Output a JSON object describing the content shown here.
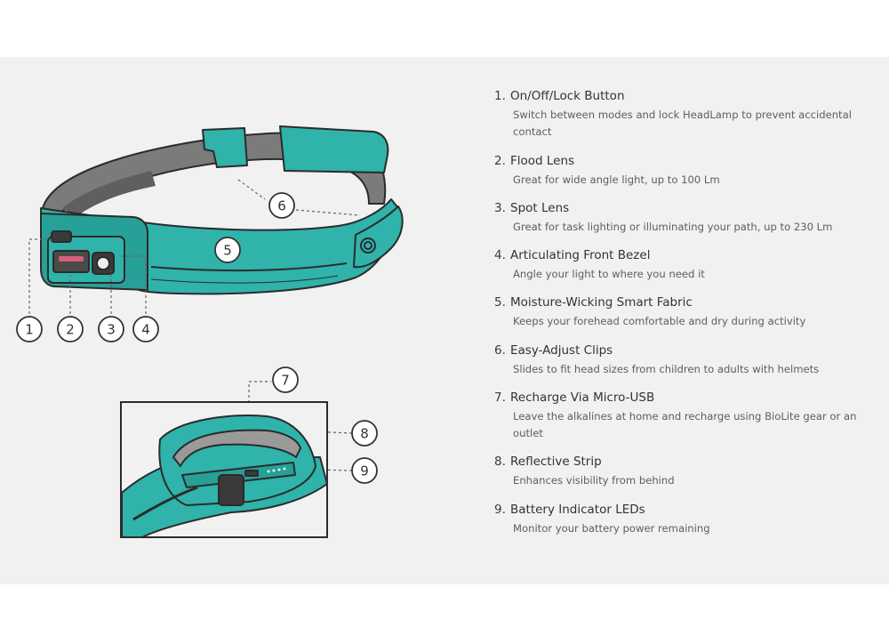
{
  "callouts": [
    "1",
    "2",
    "3",
    "4",
    "5",
    "6",
    "7",
    "8",
    "9"
  ],
  "features": [
    {
      "num": "1.",
      "title": "On/Off/Lock Button",
      "desc": "Switch between modes and lock HeadLamp to prevent accidental contact"
    },
    {
      "num": "2.",
      "title": "Flood Lens",
      "desc": "Great for wide angle light, up to 100 Lm"
    },
    {
      "num": "3.",
      "title": "Spot Lens",
      "desc": "Great for task lighting or illuminating your path, up to 230 Lm"
    },
    {
      "num": "4.",
      "title": "Articulating Front Bezel",
      "desc": "Angle your light to where you need it"
    },
    {
      "num": "5.",
      "title": "Moisture-Wicking Smart Fabric",
      "desc": "Keeps your forehead comfortable and dry during activity"
    },
    {
      "num": "6.",
      "title": "Easy-Adjust Clips",
      "desc": "Slides to fit head sizes from children to adults with helmets"
    },
    {
      "num": "7.",
      "title": "Recharge Via Micro-USB",
      "desc": "Leave the alkalines at home and recharge using BioLite gear or an outlet"
    },
    {
      "num": "8.",
      "title": "Reflective Strip",
      "desc": "Enhances visibility from behind"
    },
    {
      "num": "9.",
      "title": "Battery Indicator LEDs",
      "desc": "Monitor your battery power remaining"
    }
  ],
  "colors": {
    "panel_bg": "#f1f1f1",
    "teal": "#2fb3aa",
    "teal_dark": "#1f8f88",
    "strap_gray": "#7b7b7b",
    "outline": "#2b2b2b",
    "reflective": "#9a9a9a"
  }
}
